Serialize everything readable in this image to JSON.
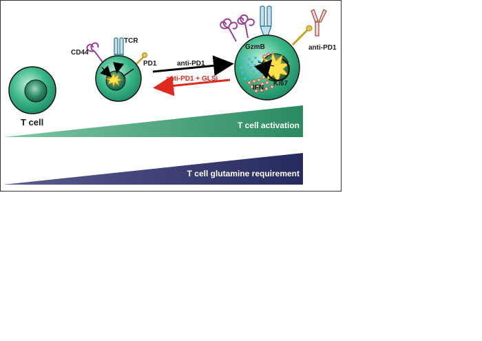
{
  "labels": {
    "t_cell": "T cell",
    "cd44": "CD44",
    "tcr": "TCR",
    "pd1": "PD1",
    "arrow_forward": "anti-PD1",
    "arrow_backward": "anti-PD1 + GLSi",
    "gzmb": "GzmB",
    "ifn": "IFN",
    "ki67": "Ki67",
    "anti_pd1_antibody": "anti-PD1",
    "activation_bar": "T cell activation",
    "glutamine_bar": "T cell glutamine requirement"
  },
  "colors": {
    "cell_fill": "#2aa57a",
    "cell_nucleus": "#1e6e56",
    "cd44": "#9a3d8f",
    "tcr": "#5fb2d6",
    "pd1": "#d9b12f",
    "antibody": "#a0504a",
    "forward_arrow": "#000000",
    "backward_arrow": "#e0281e",
    "activation_bar": "#2d8a62",
    "glutamine_bar": "#2b2d63",
    "burst": "#ffe14a",
    "granule_blue": "#4fb6e0",
    "granule_red": "#e05a3a"
  }
}
